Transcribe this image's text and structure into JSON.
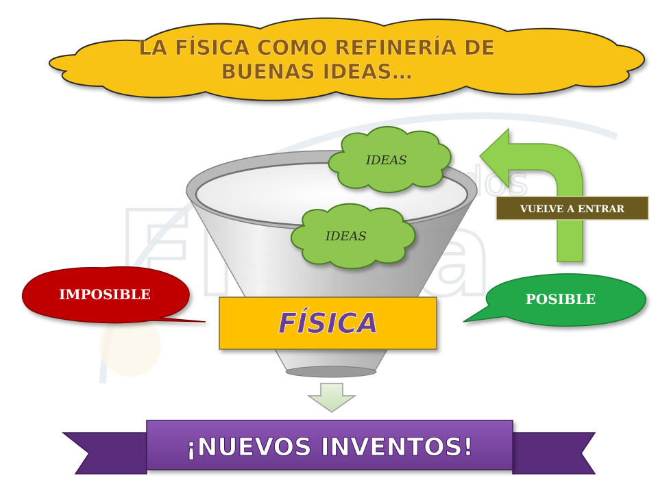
{
  "title": {
    "line1": "LA FÍSICA COMO REFINERÍA DE",
    "line2": "BUENAS IDEAS…"
  },
  "watermark": {
    "big": "Fisica",
    "small": "para todos"
  },
  "ideas": [
    {
      "label": "IDEAS"
    },
    {
      "label": "IDEAS"
    }
  ],
  "filter_label": "FÍSICA",
  "impossible_label": "IMPOSIBLE",
  "possible_label": "POSIBLE",
  "reenter_label": "VUELVE A ENTRAR",
  "banner_label": "¡NUEVOS INVENTOS!",
  "colors": {
    "cloud": "#f9c317",
    "title_text": "#8a5a14",
    "ideas_cloud": "#8fc650",
    "impossible": "#c00000",
    "possible": "#21a848",
    "arrow_green": "#92d050",
    "reenter_box": "#6b5a1f",
    "filter_box": "#ffc000",
    "filter_text": "#6a3d96",
    "banner": "#7d48a3",
    "funnel": "#b4b4b4"
  }
}
